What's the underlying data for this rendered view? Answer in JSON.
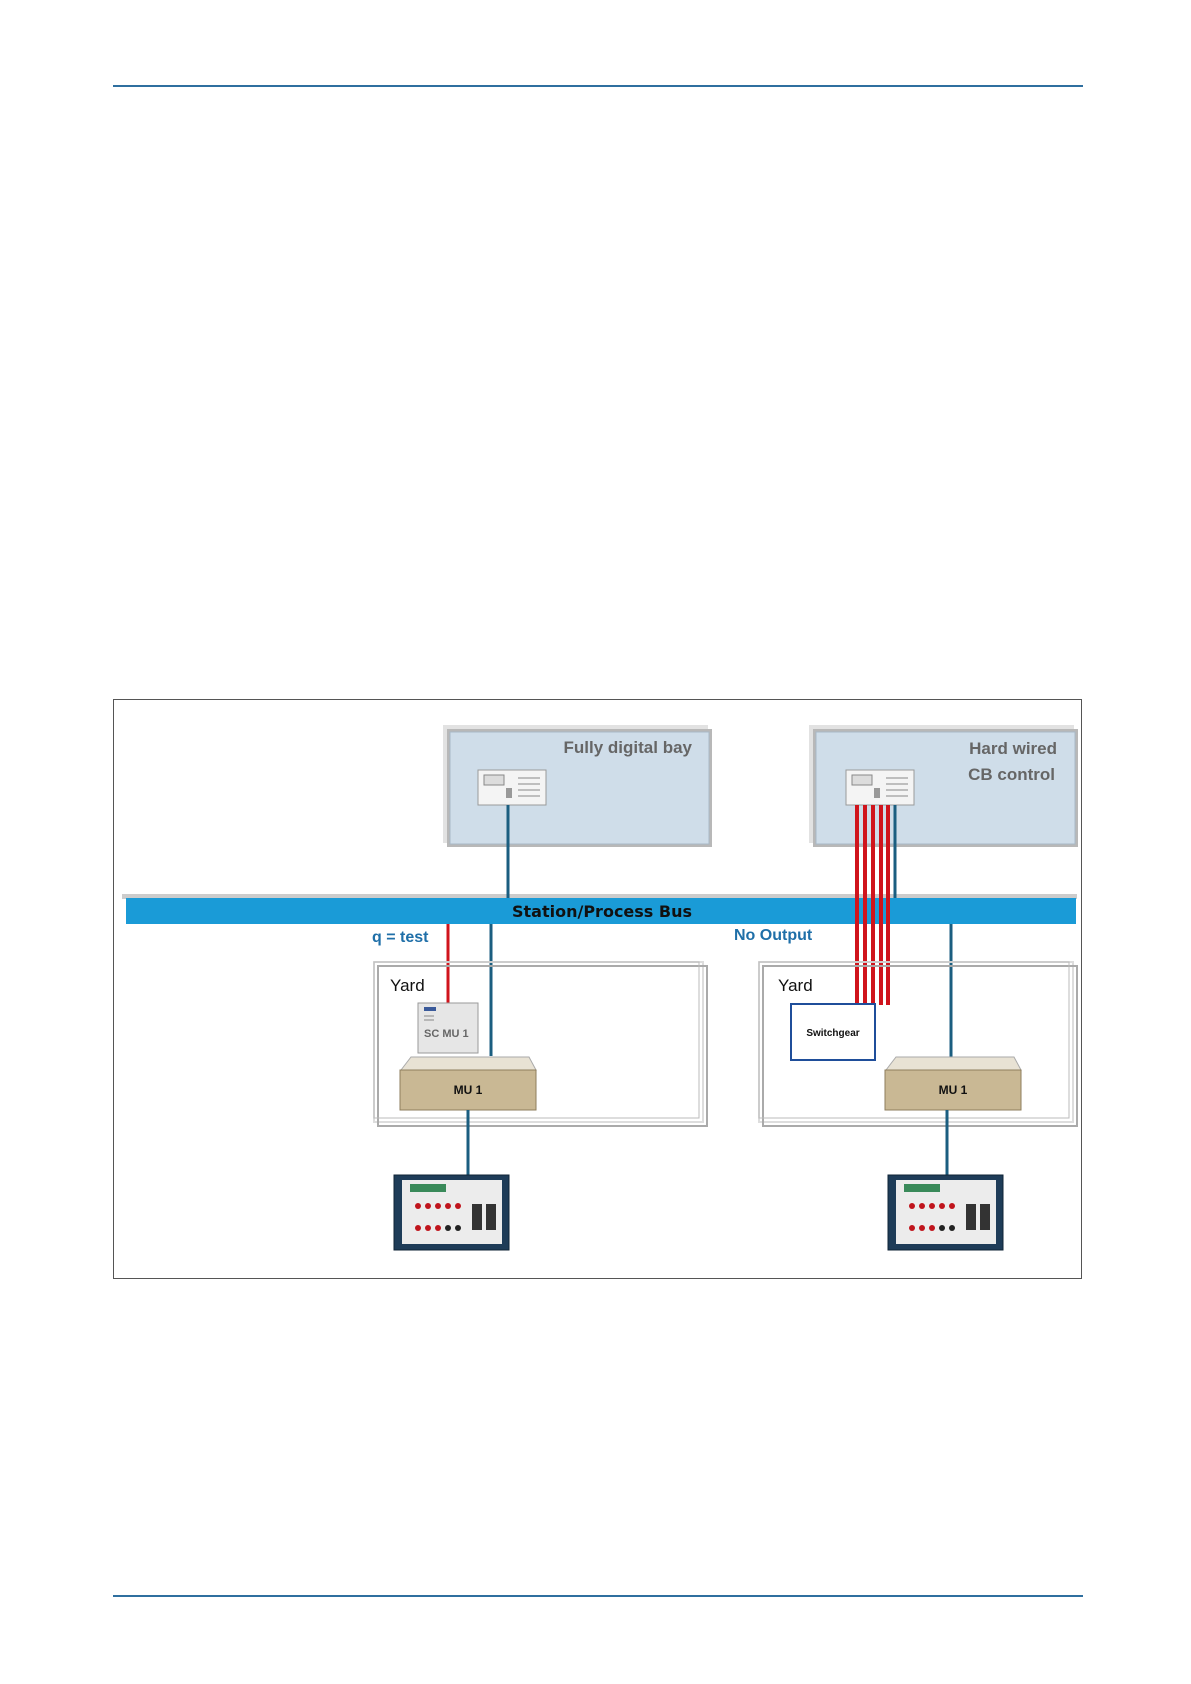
{
  "diagram": {
    "bays": [
      {
        "label_lines": [
          "Fully digital bay"
        ]
      },
      {
        "label_lines": [
          "Hard wired",
          "CB control"
        ]
      }
    ],
    "bus_label": "Station/Process Bus",
    "annotations": {
      "left_link": "q = test",
      "right_link": "No Output"
    },
    "yards": [
      {
        "label": "Yard",
        "sc_device": {
          "label": "SC MU 1"
        },
        "mu_label": "MU 1"
      },
      {
        "label": "Yard",
        "switchgear_label": "Switchgear",
        "mu_label": "MU 1"
      }
    ],
    "colors": {
      "bay_fill": "#cfdde9",
      "bus_fill": "#1a9bd7",
      "link_blue": "#1b5e80",
      "link_red": "#d0141c",
      "annotation_text": "#1f6fa8",
      "mu_box": "#c9b894"
    }
  }
}
